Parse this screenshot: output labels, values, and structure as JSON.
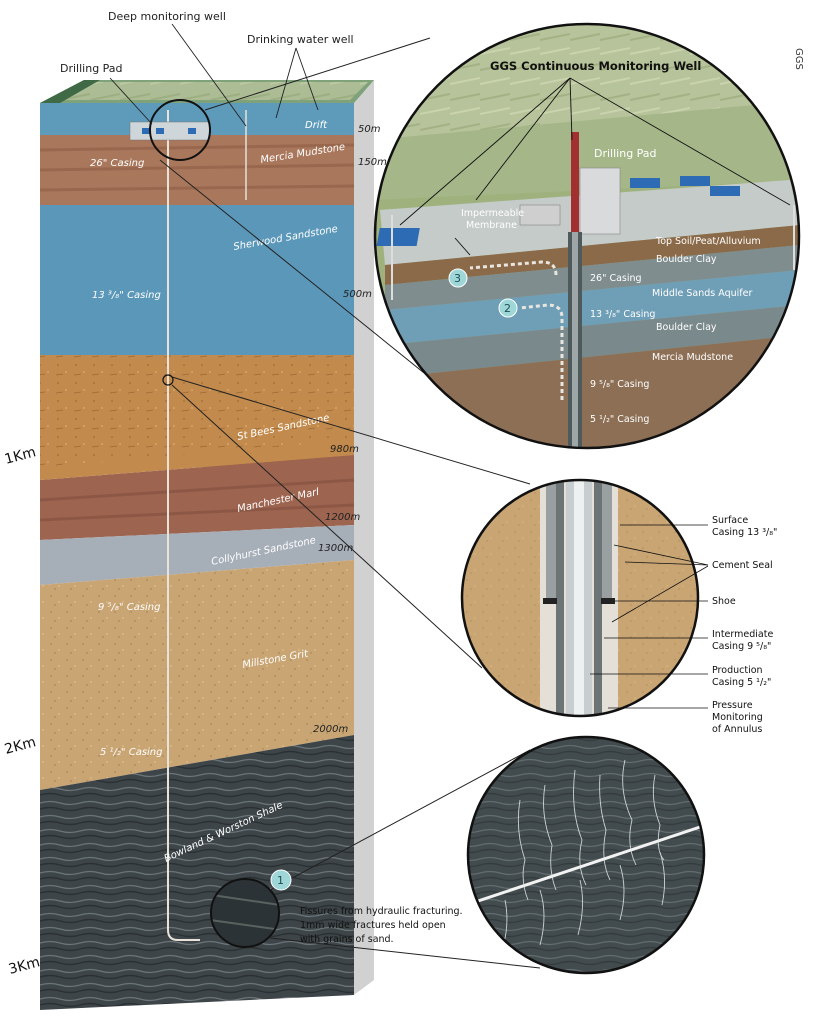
{
  "watermark": "GGS",
  "top_labels": {
    "deep_monitoring_well": "Deep monitoring well",
    "drinking_water_well": "Drinking water well",
    "drilling_pad": "Drilling Pad"
  },
  "strata": [
    {
      "name": "Drift",
      "color": "#5e9bbb"
    },
    {
      "name": "Mercia Mudstone",
      "color": "#a9775b"
    },
    {
      "name": "Sherwood Sandstone",
      "color": "#5b97b9"
    },
    {
      "name": "St Bees Sandstone",
      "color": "#c2894a"
    },
    {
      "name": "Manchester Marl",
      "color": "#9d6450"
    },
    {
      "name": "Collyhurst Sandstone",
      "color": "#a6aeb8"
    },
    {
      "name": "Millstone Grit",
      "color": "#c9a574"
    },
    {
      "name": "Bowland & Worston Shale",
      "color": "#414a4d"
    }
  ],
  "depths": [
    "50m",
    "150m",
    "500m",
    "980m",
    "1200m",
    "1300m",
    "2000m"
  ],
  "km_marks": [
    "1Km",
    "2Km",
    "3Km"
  ],
  "column_casings": {
    "c26": "26\" Casing",
    "c1338": "13 ³/₈\" Casing",
    "c958": "9 ⁵/₈\" Casing",
    "c512": "5 ¹/₂\" Casing"
  },
  "inset_top": {
    "title": "GGS Continuous Monitoring Well",
    "drilling_pad": "Drilling Pad",
    "membrane_line1": "Impermeable",
    "membrane_line2": "Membrane",
    "layers": [
      "Top Soil/Peat/Alluvium",
      "Boulder Clay",
      "Middle Sands Aquifer",
      "Boulder Clay",
      "Mercia Mudstone"
    ],
    "casings": [
      "26\" Casing",
      "13 ³/₈\" Casing",
      "9 ⁵/₈\" Casing",
      "5 ¹/₂\" Casing"
    ],
    "markers": [
      "3",
      "2"
    ]
  },
  "inset_middle": {
    "labels": [
      {
        "line1": "Surface",
        "line2": "Casing 13 ³/₈\""
      },
      {
        "line1": "Cement Seal",
        "line2": ""
      },
      {
        "line1": "Shoe",
        "line2": ""
      },
      {
        "line1": "Intermediate",
        "line2": "Casing 9 ⁵/₈\""
      },
      {
        "line1": "Production",
        "line2": "Casing 5 ¹/₂\""
      },
      {
        "line1": "Pressure",
        "line2": "Monitoring",
        "line3": "of Annulus"
      }
    ]
  },
  "fracture_note": {
    "marker": "1",
    "line1": "Fissures from hydraulic fracturing.",
    "line2": "1mm wide fractures held open",
    "line3": "with grains of sand."
  }
}
